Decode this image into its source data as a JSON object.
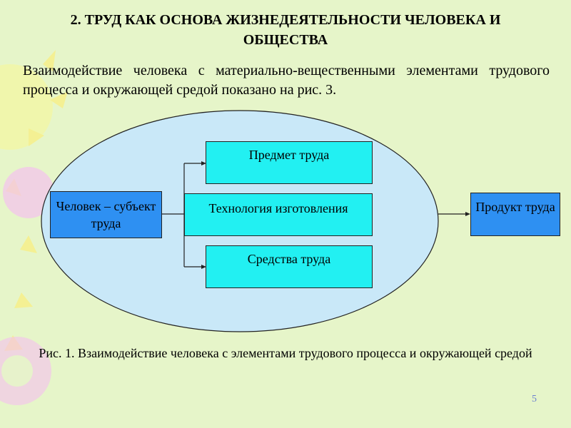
{
  "slide": {
    "title": "2. ТРУД КАК ОСНОВА ЖИЗНЕДЕЯТЕЛЬНОСТИ ЧЕЛОВЕКА И ОБЩЕСТВА",
    "intro": "Взаимодействие человека с материально-вещественными элементами трудового процесса и окружающей средой показано на рис. 3.",
    "caption": "Рис. 1. Взаимодействие человека с элементами трудового процесса и окружающей средой",
    "page_number": "5"
  },
  "diagram": {
    "human_box": "Человек – субъект труда",
    "subject_box": "Предмет труда",
    "technology_box": "Технология изготовления",
    "means_box": "Средства труда",
    "product_box": "Продукт труда"
  },
  "colors": {
    "background": "#e6f5c9",
    "ellipse_fill": "#c9e8f8",
    "cyan_box": "#22f0f2",
    "blue_box": "#2e90f2",
    "page_number": "#6b7fd0"
  }
}
